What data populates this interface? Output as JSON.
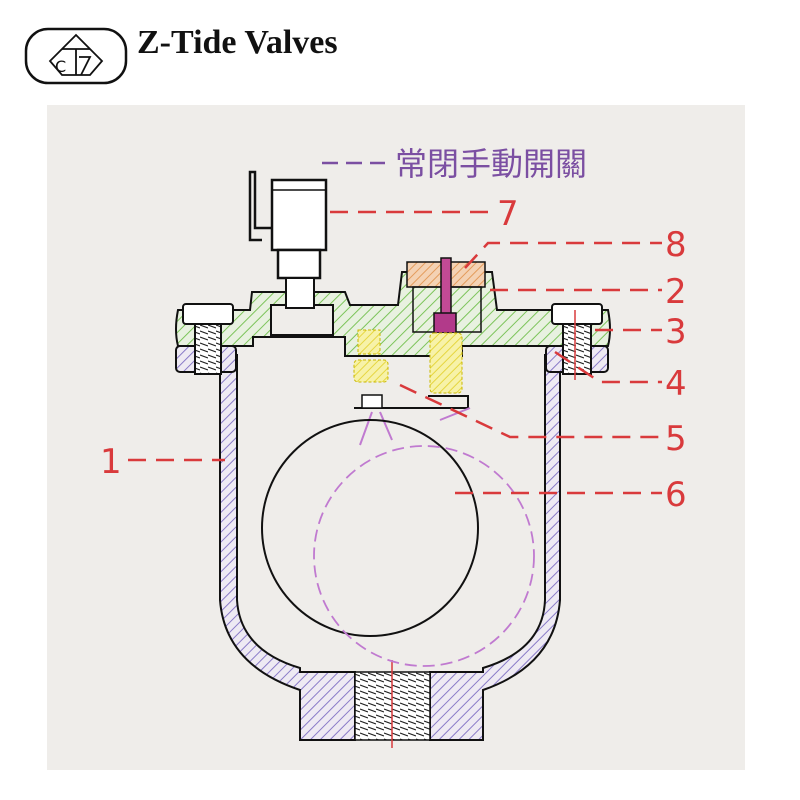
{
  "header": {
    "brand": "Z-Tide Valves",
    "logo_letters": "CTZ"
  },
  "diagram": {
    "manual_valve_label": "常閉手動開關",
    "parts": [
      {
        "number": "1"
      },
      {
        "number": "2"
      },
      {
        "number": "3"
      },
      {
        "number": "4"
      },
      {
        "number": "5"
      },
      {
        "number": "6"
      },
      {
        "number": "7"
      },
      {
        "number": "8"
      }
    ]
  },
  "colors": {
    "label_red": "#d93a3c",
    "body_hatch": "#8a7bc8",
    "cover_hatch": "#7cc45a",
    "brass_hatch": "#e6d640",
    "pin": "#b23a8a",
    "cap_hatch": "#e39a5a",
    "float_dashed": "#c07ad0"
  }
}
